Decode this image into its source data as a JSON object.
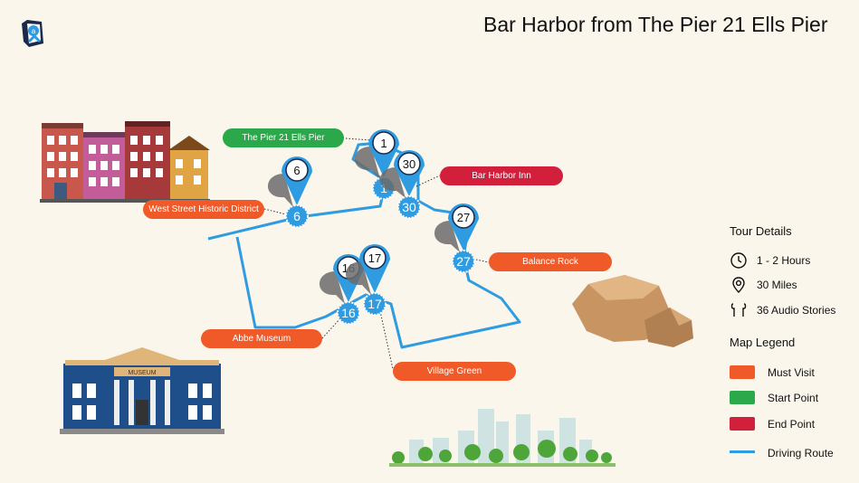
{
  "title": "Bar Harbor from The Pier 21 Ells Pier",
  "colors": {
    "must_visit": "#f05a28",
    "start_point": "#2aa84a",
    "end_point": "#d21f3c",
    "route": "#2f9be0",
    "pin": "#2f9be0"
  },
  "stops": [
    {
      "number": "1",
      "label": "The Pier 21 Ells Pier",
      "type": "start"
    },
    {
      "number": "30",
      "label": "Bar Harbor Inn",
      "type": "end"
    },
    {
      "number": "6",
      "label": "West Street Historic District",
      "type": "must_visit"
    },
    {
      "number": "27",
      "label": "Balance Rock",
      "type": "must_visit"
    },
    {
      "number": "16",
      "label": "Abbe Museum",
      "type": "must_visit"
    },
    {
      "number": "17",
      "label": "Village Green",
      "type": "must_visit"
    }
  ],
  "tour_details": {
    "heading": "Tour Details",
    "duration": "1 - 2 Hours",
    "distance": "30  Miles",
    "stories": "36 Audio Stories",
    "icons": [
      "clock-icon",
      "location-pin-icon",
      "earbuds-icon"
    ]
  },
  "legend": {
    "heading": "Map Legend",
    "must_visit": "Must Visit",
    "start_point": "Start Point",
    "end_point": "End Point",
    "driving_route": "Driving Route"
  },
  "illustrations": {
    "museum_sign": "MUSEUM"
  }
}
